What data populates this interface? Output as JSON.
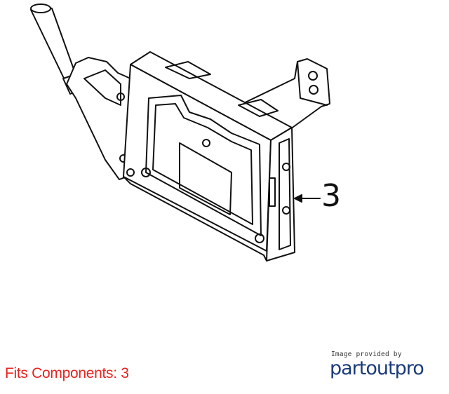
{
  "diagram": {
    "callout": "3",
    "parts": [
      "antenna-stub",
      "mounting-bracket",
      "control-module"
    ]
  },
  "caption": {
    "fits_components": "Fits Components: 3"
  },
  "credit": {
    "provided_by": "Image provided by",
    "brand_part1": "partout",
    "brand_part2": "pro"
  },
  "colors": {
    "caption_red": "#e8231f",
    "brand_blue": "#1a3b7a",
    "line": "#111111"
  }
}
